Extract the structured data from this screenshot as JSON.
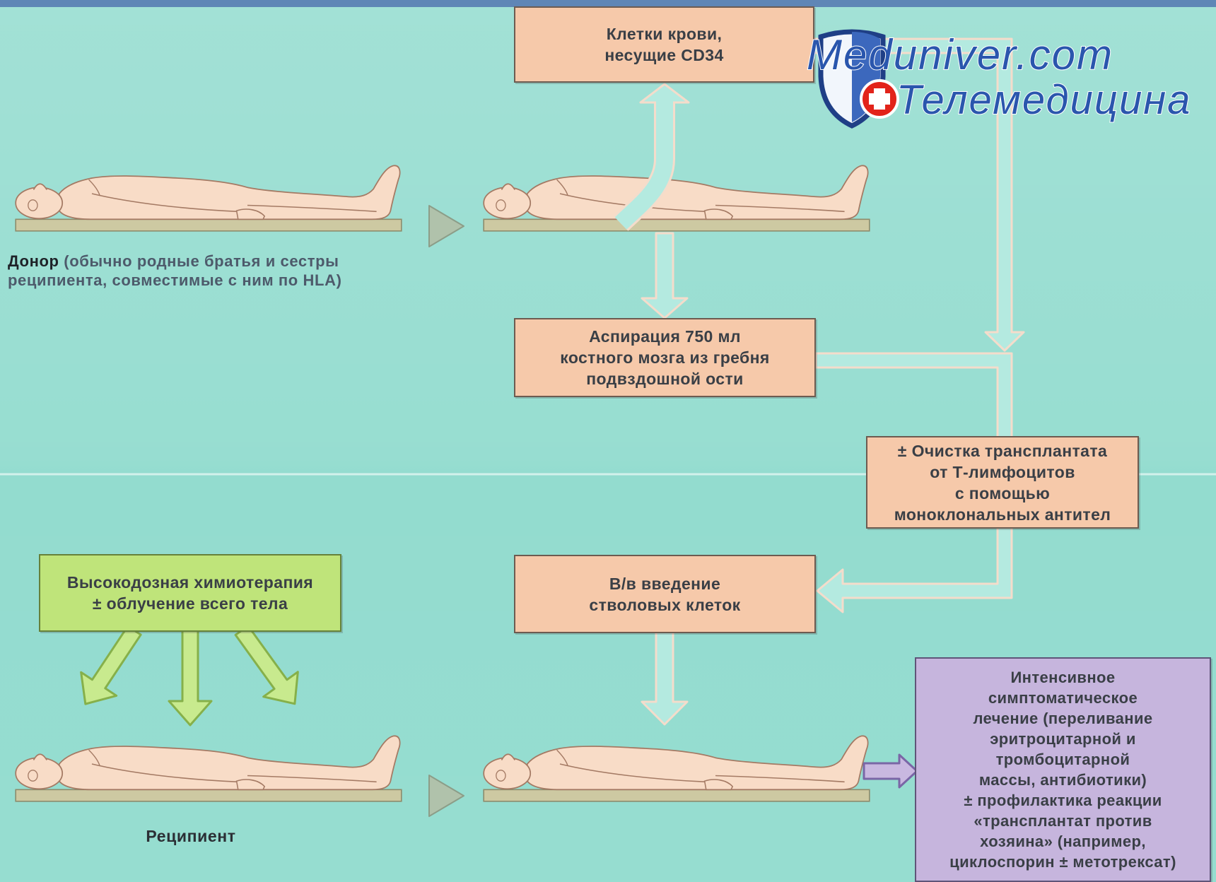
{
  "watermark": {
    "site": "Meduniver.com",
    "subtitle": "Телемедицина"
  },
  "donor": {
    "label": "Донор",
    "note_lines": [
      "(обычно родные братья и сестры",
      "реципиента, совместимые с ним по HLA)"
    ]
  },
  "recipient": {
    "label": "Реципиент"
  },
  "boxes": {
    "cd34_cells": {
      "lines": [
        "Клетки крови,",
        "несущие CD34"
      ]
    },
    "marrow_aspiration": {
      "lines": [
        "Аспирация 750 мл",
        "костного мозга из гребня",
        "подвздошной ости"
      ]
    },
    "t_cell_depletion": {
      "lines": [
        "± Очистка трансплантата",
        "от Т-лимфоцитов",
        "с помощью",
        "моноклональных антител"
      ]
    },
    "stem_cell_infusion": {
      "lines": [
        "В/в введение",
        "стволовых клеток"
      ]
    },
    "conditioning": {
      "lines": [
        "Высокодозная химиотерапия",
        "± облучение всего тела"
      ]
    },
    "supportive_care": {
      "lines": [
        "Интенсивное",
        "симптоматическое",
        "лечение (переливание",
        "эритроцитарной и",
        "тромбоцитарной",
        "массы, антибиотики)",
        "± профилактика реакции",
        "«трансплантат против",
        "хозяина» (например,",
        "циклоспорин ± метотрексат)"
      ]
    }
  },
  "colors": {
    "background": "#93dccf",
    "process_box": "#f6c9aa",
    "conditioning_box": "#bfe47a",
    "care_box": "#c6b5dd",
    "flow_fill": "#b4eae0",
    "flow_edge": "#f4dccb",
    "conditioning_arrow": "#c8ea8e",
    "care_arrow": "#c9b8e0",
    "watermark_text": "#2a56ad"
  }
}
